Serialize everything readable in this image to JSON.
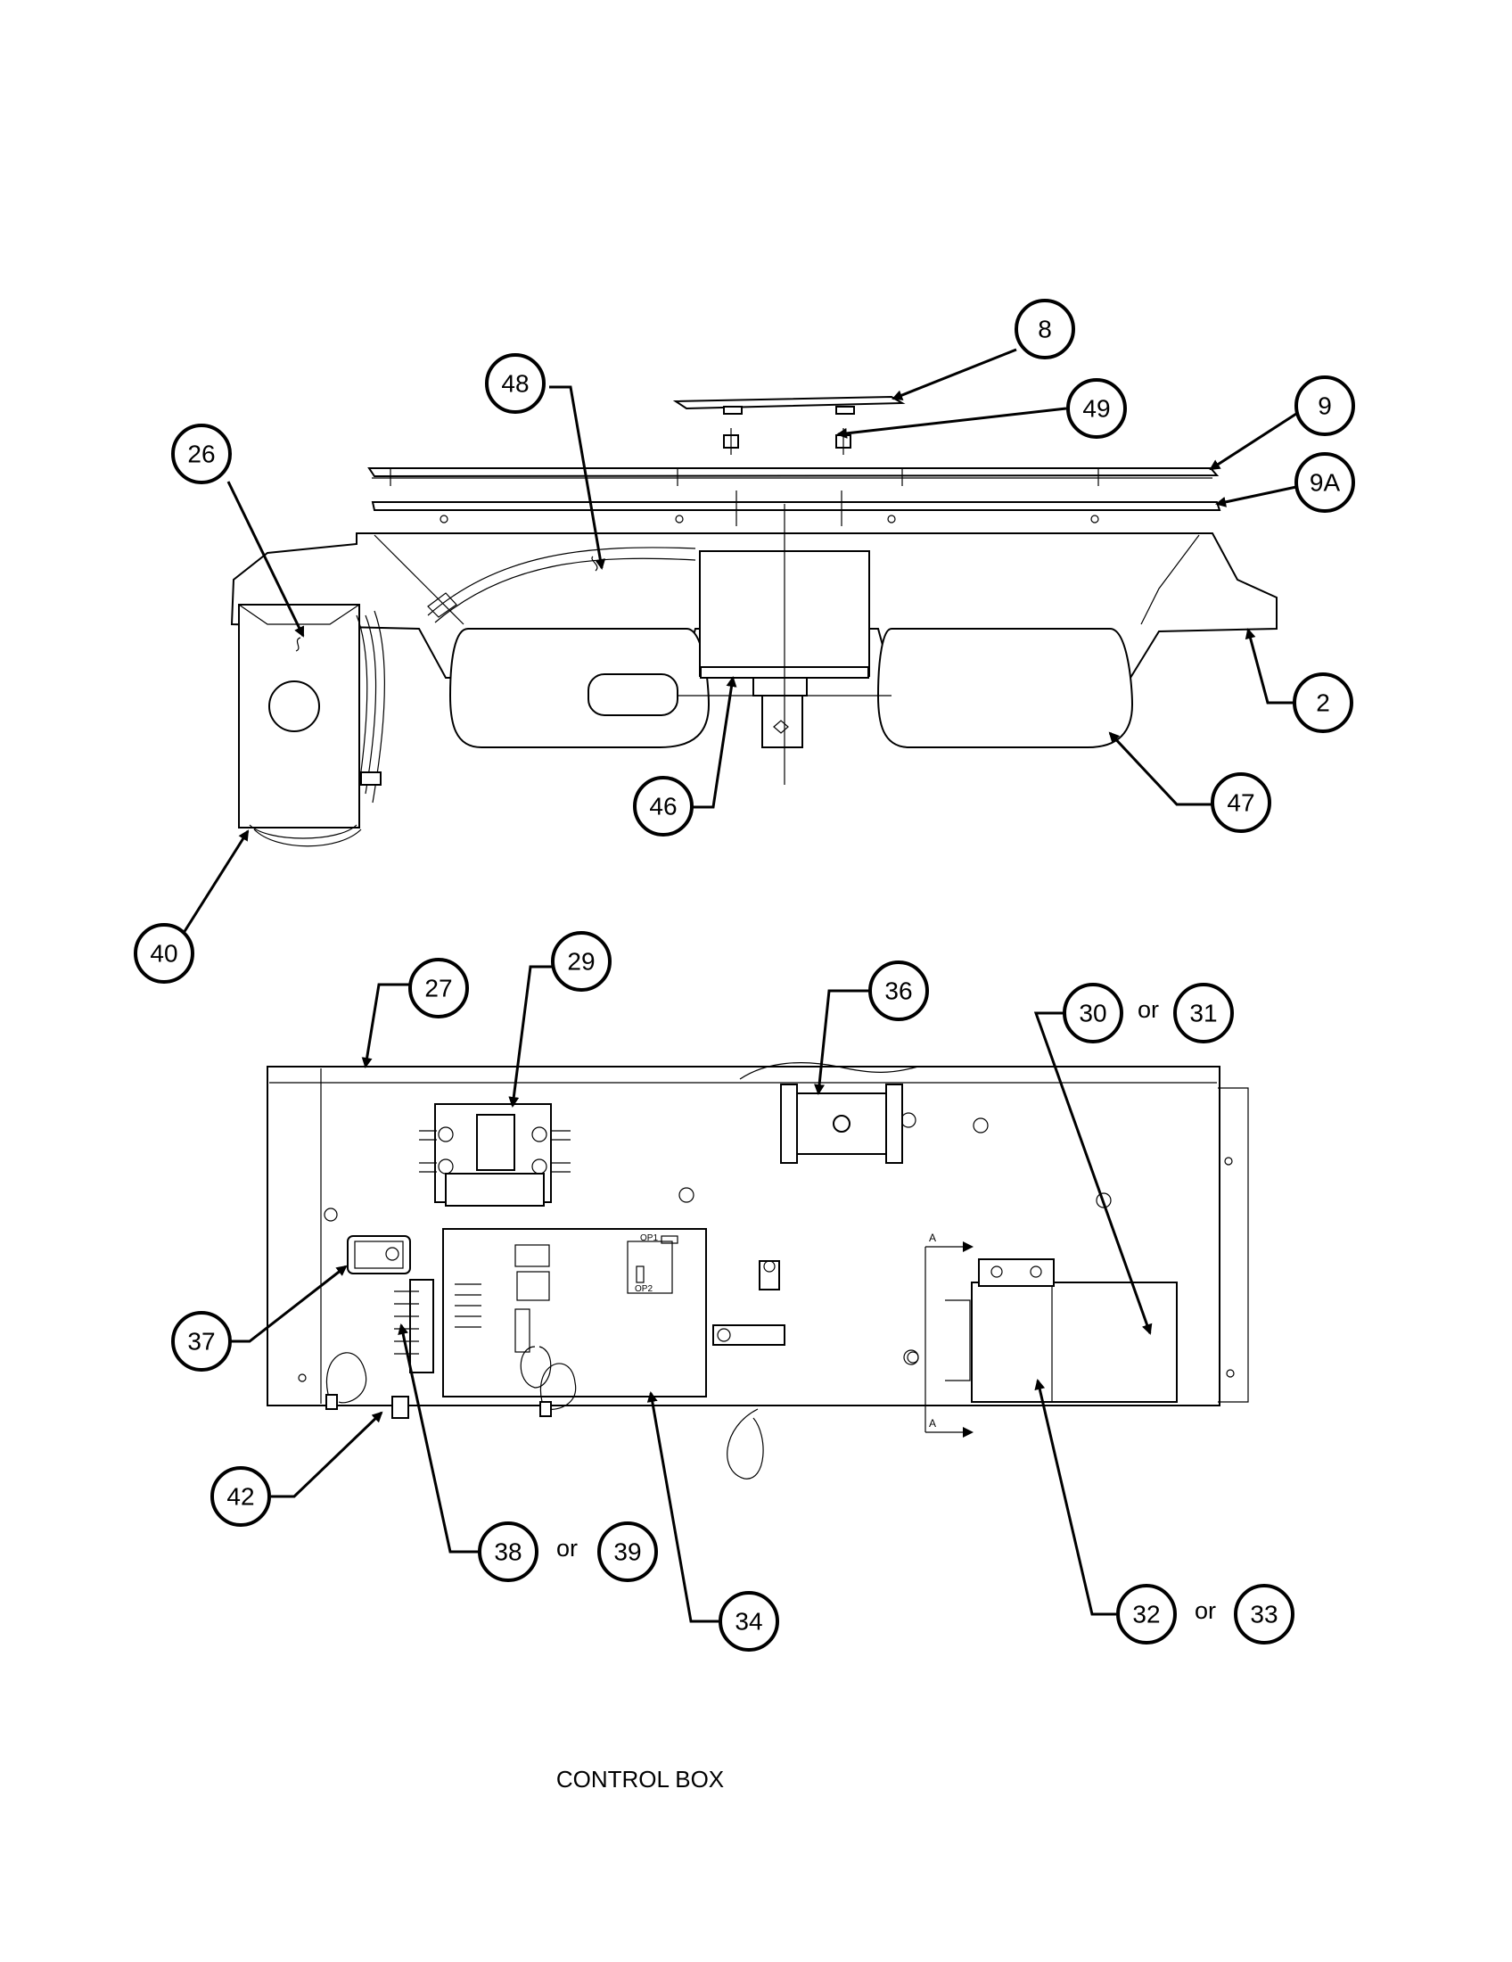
{
  "caption": "CONTROL BOX",
  "connector_word": "or",
  "callouts": {
    "c8": "8",
    "c49": "49",
    "c9": "9",
    "c9A": "9A",
    "c48": "48",
    "c26": "26",
    "c2": "2",
    "c46": "46",
    "c47": "47",
    "c40": "40",
    "c27": "27",
    "c29": "29",
    "c36": "36",
    "c30": "30",
    "c31": "31",
    "c37": "37",
    "c42": "42",
    "c38": "38",
    "c39": "39",
    "c34": "34",
    "c32": "32",
    "c33": "33"
  },
  "board_marks": {
    "op1": "OP1",
    "op2": "OP2",
    "section": "A"
  }
}
